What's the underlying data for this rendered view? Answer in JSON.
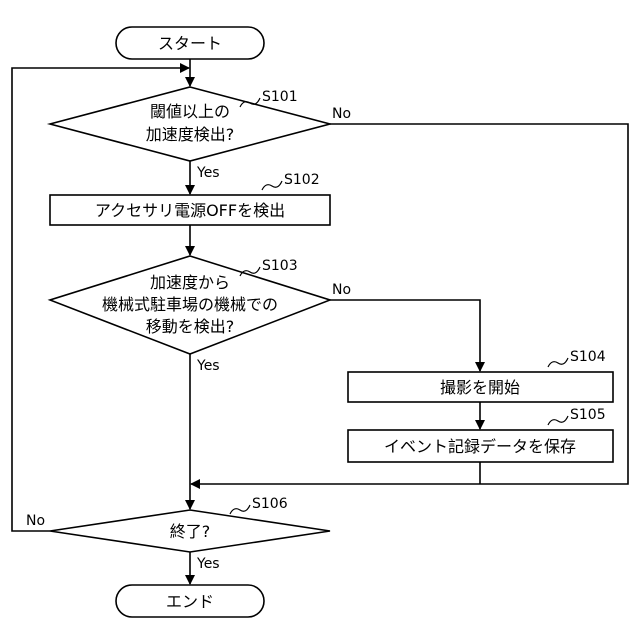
{
  "flowchart": {
    "start": {
      "label": "スタート"
    },
    "end": {
      "label": "エンド"
    },
    "s101": {
      "step": "S101",
      "lines": [
        "閾値以上の",
        "加速度検出?"
      ],
      "yes": "Yes",
      "no": "No"
    },
    "s102": {
      "step": "S102",
      "label": "アクセサリ電源OFFを検出"
    },
    "s103": {
      "step": "S103",
      "lines": [
        "加速度から",
        "機械式駐車場の機械での",
        "移動を検出?"
      ],
      "yes": "Yes",
      "no": "No"
    },
    "s104": {
      "step": "S104",
      "label": "撮影を開始"
    },
    "s105": {
      "step": "S105",
      "label": "イベント記録データを保存"
    },
    "s106": {
      "step": "S106",
      "label": "終了?",
      "yes": "Yes",
      "no": "No"
    }
  }
}
